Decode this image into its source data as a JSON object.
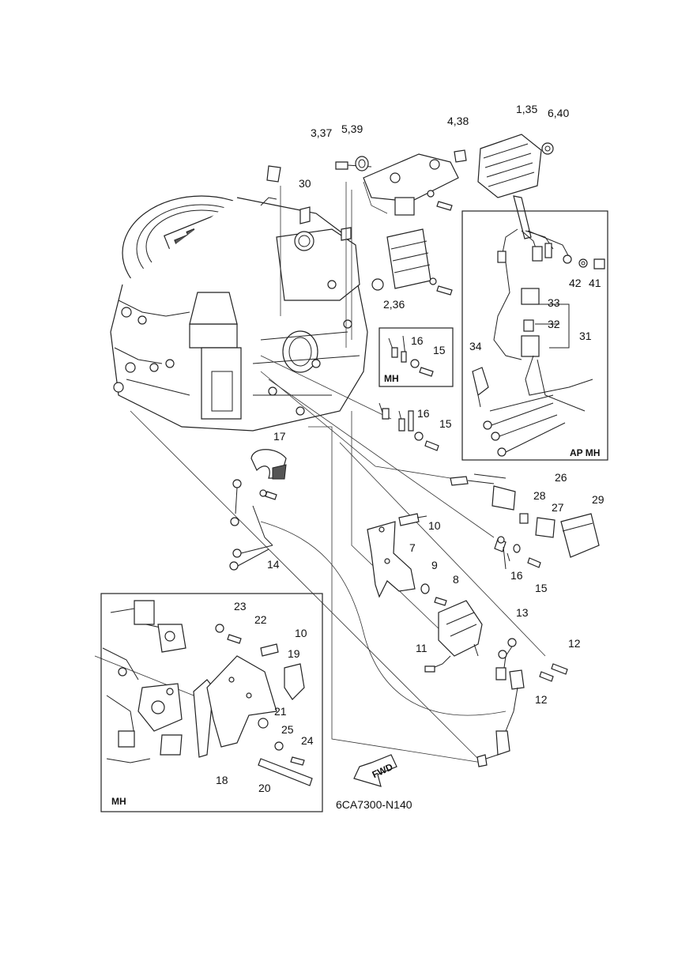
{
  "labels": {
    "l_1_35": "1,35",
    "l_6_40": "6,40",
    "l_4_38": "4,38",
    "l_3_37": "3,37",
    "l_5_39": "5,39",
    "l_30": "30",
    "l_2_36": "2,36",
    "l_42": "42",
    "l_41": "41",
    "l_33": "33",
    "l_32": "32",
    "l_31": "31",
    "l_34": "34",
    "l_16a": "16",
    "l_15a": "15",
    "l_16b": "16",
    "l_15b": "15",
    "l_17": "17",
    "l_26": "26",
    "l_28": "28",
    "l_27": "27",
    "l_29": "29",
    "l_10a": "10",
    "l_7": "7",
    "l_9": "9",
    "l_8": "8",
    "l_16c": "16",
    "l_15c": "15",
    "l_14": "14",
    "l_13": "13",
    "l_12a": "12",
    "l_12b": "12",
    "l_11": "11",
    "l_23": "23",
    "l_22": "22",
    "l_10b": "10",
    "l_19": "19",
    "l_21": "21",
    "l_25": "25",
    "l_24": "24",
    "l_18": "18",
    "l_20": "20"
  },
  "boxes": {
    "ap_mh": "AP MH",
    "mh_small": "MH",
    "mh_large": "MH"
  },
  "fwd_arrow": "FWD",
  "diagram_code": "6CA7300-N140"
}
